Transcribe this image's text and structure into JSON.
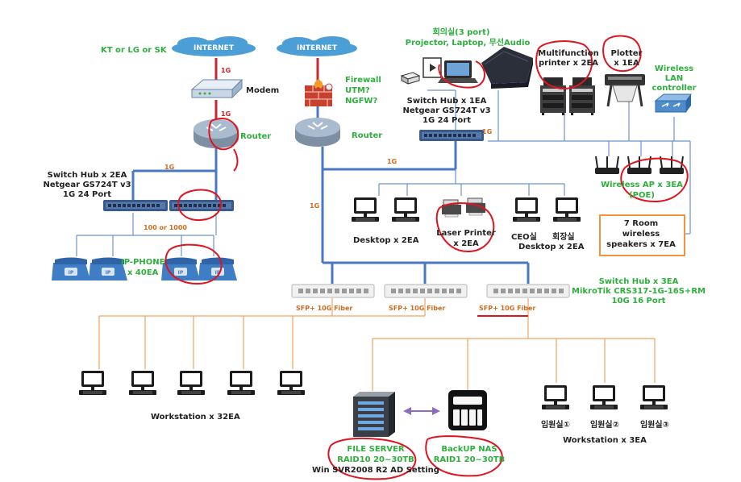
{
  "isp_label": "KT or LG or SK",
  "internet_label": "INTERNET",
  "speed_1g": "1G",
  "speed_100_1000": "100 or 1000",
  "modem_label": "Modem",
  "router_label": "Router",
  "firewall": {
    "l1": "Firewall",
    "l2": "UTM?",
    "l3": "NGFW?"
  },
  "switch_left": {
    "l1": "Switch Hub x 2EA",
    "l2": "Netgear GS724T v3",
    "l3": "1G 24 Port"
  },
  "ipphone": {
    "l1": "IP-PHONE",
    "l2": "x 40EA"
  },
  "meeting": {
    "l1": "회의실(3 port)",
    "l2": "Projector, Laptop, 무선Audio"
  },
  "switch_top": {
    "l1": "Switch Hub x 1EA",
    "l2": "Netgear GS724T v3",
    "l3": "1G 24 Port"
  },
  "mfp": {
    "l1": "Multifunction",
    "l2": "printer x 2EA"
  },
  "plotter": {
    "l1": "Plotter",
    "l2": "x 1EA"
  },
  "wlc": {
    "l1": "Wireless",
    "l2": "LAN",
    "l3": "controller"
  },
  "wap": {
    "l1": "Wireless AP x 3EA",
    "l2": "(POE)"
  },
  "speakers": {
    "l1": "7 Room",
    "l2": "wireless",
    "l3": "speakers x 7EA"
  },
  "desktop_label": "Desktop x 2EA",
  "laser": {
    "l1": "Laser Printer",
    "l2": "x 2EA"
  },
  "ceo_label": "CEO실",
  "chair_label": "회장실",
  "desktop_label2": "Desktop x 2EA",
  "switch_core": {
    "l1": "Switch Hub x 3EA",
    "l2": "MikroTik CRS317-1G-16S+RM",
    "l3": "10G 16 Port"
  },
  "sfp_label": "SFP+ 10G Fiber",
  "workstation_label": "Workstation x 32EA",
  "file_server": {
    "l1": "FILE SERVER",
    "l2": "RAID10 20~30TB",
    "l3": "Win SVR2008 R2 AD Setting"
  },
  "nas": {
    "l1": "BackUP NAS",
    "l2": "RAID1 20~30TB"
  },
  "exec_rooms": [
    "임원실①",
    "임원실②",
    "임원실③"
  ],
  "workstation3_label": "Workstation x 3EA",
  "colors": {
    "line_blue": "#4a78c2",
    "line_orange": "#f0a35e",
    "line_red": "#c5282d",
    "annot_red": "#e0141e",
    "label_green": "#2eaf3d",
    "cloud": "#4c9ed6"
  }
}
